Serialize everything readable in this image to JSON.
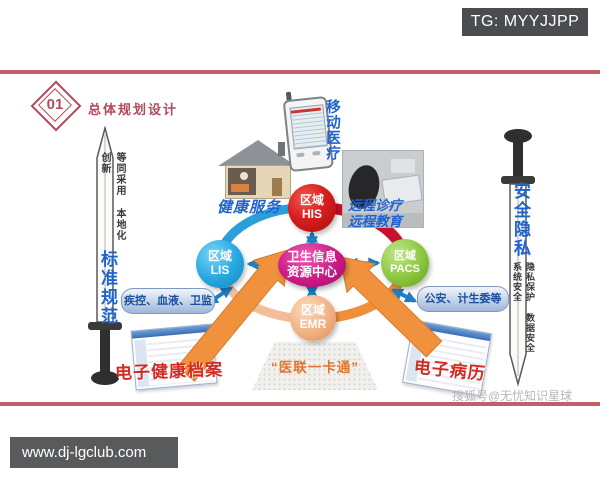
{
  "header": {
    "tg_label": "TG: MYYJJPP"
  },
  "footer": {
    "url": "www.dj-lgclub.com"
  },
  "watermark": "搜狐号@无忧知识星球",
  "section": {
    "number": "01",
    "title": "总体规划设计"
  },
  "left_sword": {
    "small_text": "等同采用 本地化 创新",
    "main_text": "标准规范"
  },
  "right_sword": {
    "main_text": "安全隐私",
    "small_text": "隐私保护 数据安全 系统安全"
  },
  "diagram": {
    "hub": {
      "line1": "卫生信息",
      "line2": "资源中心"
    },
    "nodes": [
      {
        "id": "his",
        "line1": "区域",
        "line2": "HIS"
      },
      {
        "id": "lis",
        "line1": "区域",
        "line2": "LIS"
      },
      {
        "id": "pacs",
        "line1": "区域",
        "line2": "PACS"
      },
      {
        "id": "emr",
        "line1": "区域",
        "line2": "EMR"
      }
    ],
    "external_left": "疾控、血液、卫监",
    "external_right": "公安、计生委等",
    "labels": {
      "mobile": "移动医疗",
      "health_service": "健康服务",
      "remote_line1": "远程诊疗",
      "remote_line2": "远程教育",
      "ehr": "电子健康档案",
      "card": "“医联一卡通”",
      "emr_doc": "电子病历"
    }
  },
  "colors": {
    "rule_red": "#bf5f6a",
    "badge_red": "#b5485a",
    "node_his": "#d81e1e",
    "node_lis": "#2aaae2",
    "node_pacs": "#8cc63f",
    "node_emr": "#f2b183",
    "hub_magenta": "#cb1a86",
    "arrow_blue": "#1e7ec4",
    "arrow_orange": "#f0923d",
    "label_blue": "#1f63d0",
    "label_red": "#d42a22",
    "tg_box": "#4b4c4f",
    "url_box": "#595a5c"
  }
}
